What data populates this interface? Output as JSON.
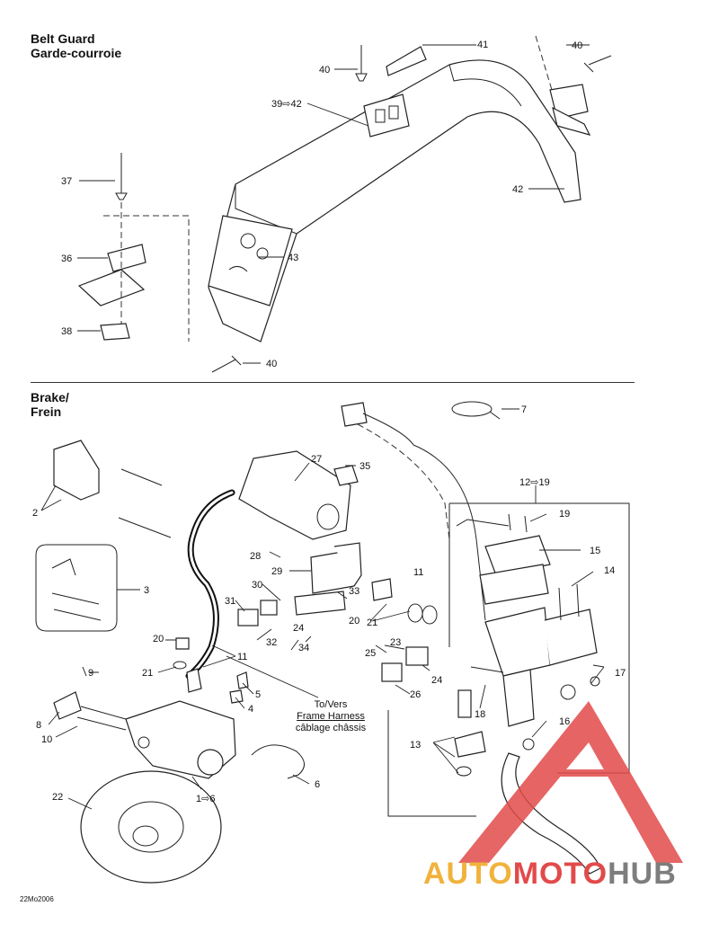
{
  "belt_guard": {
    "title_en": "Belt Guard",
    "title_fr": "Garde-courroie"
  },
  "brake": {
    "title_en": "Brake/",
    "title_fr": "Frein"
  },
  "callouts": {
    "c41": "41",
    "c40a": "40",
    "c40b": "40",
    "c40c": "40",
    "c39": "39⇨42",
    "c37": "37",
    "c36": "36",
    "c43": "43",
    "c42": "42",
    "c38": "38",
    "c7": "7",
    "c27": "27",
    "c35": "35",
    "c2": "2",
    "c12": "12⇨19",
    "c19": "19",
    "c15": "15",
    "c14": "14",
    "c11a": "11",
    "c28": "28",
    "c29": "29",
    "c3": "3",
    "c30": "30",
    "c33": "33",
    "c20a": "20",
    "c21a": "21",
    "c31": "31",
    "c32": "32",
    "c24a": "24",
    "c34": "34",
    "c20b": "20",
    "c11b": "11",
    "c21b": "21",
    "c25": "25",
    "c23": "23",
    "c24b": "24",
    "c17": "17",
    "c9": "9",
    "c5": "5",
    "c26": "26",
    "c4": "4",
    "c8": "8",
    "c10": "10",
    "c18": "18",
    "c16": "16",
    "c13": "13",
    "c6": "6",
    "c22": "22",
    "c1": "1⇨6"
  },
  "harness": {
    "line1": "To/Vers",
    "line2": "Frame Harness",
    "line3": "câblage châssis"
  },
  "footer": {
    "ref": "22Mo2006"
  },
  "watermark": {
    "part1": "AUTO",
    "part2": "MOTO",
    "part3": "HUB"
  },
  "colors": {
    "watermark_yellow": "#f1b23d",
    "watermark_red": "#e24a4a",
    "watermark_gray": "#7d7d7d",
    "line": "#222222"
  }
}
